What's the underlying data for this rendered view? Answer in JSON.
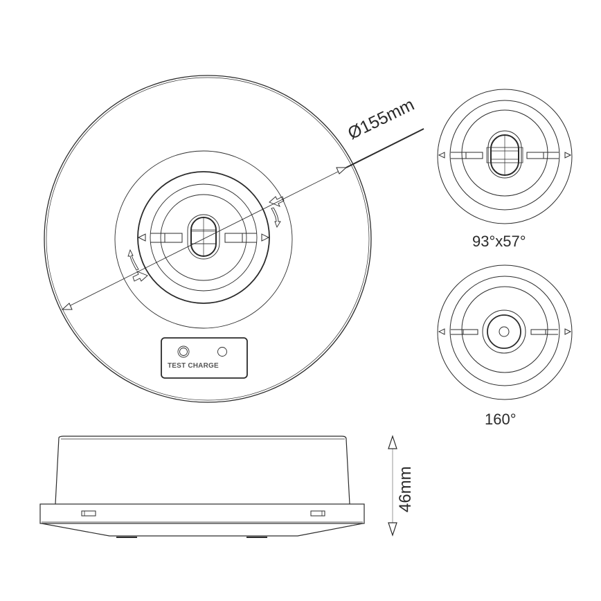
{
  "drawing": {
    "type": "technical-dimension-drawing",
    "views": {
      "top_view": {
        "name": "Top view (underside) of round emergency luminaire",
        "diameter_label": "Ø155mm",
        "control_panel": {
          "label": "TEST CHARGE",
          "indicators": [
            "test-button",
            "charge-led"
          ]
        }
      },
      "optic_1": {
        "name": "Optic variant 1 – elongated lens",
        "caption": "93°x57°"
      },
      "optic_2": {
        "name": "Optic variant 2 – round lens",
        "caption": "160°"
      },
      "side_view": {
        "name": "Side elevation",
        "height_label": "46mm"
      }
    },
    "colors": {
      "line": "#2a2a2a",
      "thin_line": "#444444",
      "dimension_line": "#999999",
      "background": "#ffffff"
    }
  }
}
